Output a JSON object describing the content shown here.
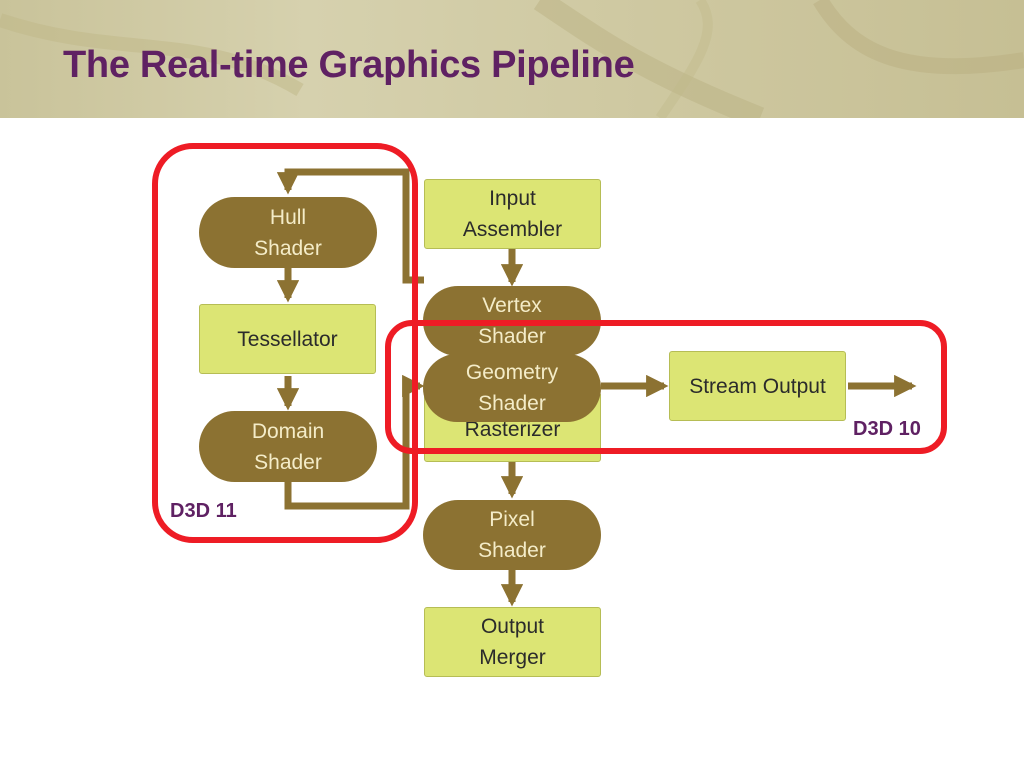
{
  "slide": {
    "title": "The Real-time Graphics Pipeline"
  },
  "colors": {
    "title": "#5f2163",
    "fixed_stage_fill": "#dce574",
    "programmable_stage_fill": "#8c7232",
    "programmable_stage_text": "#f4ecc8",
    "arrow": "#8c7232",
    "highlight": "#ee1c25",
    "tag_text": "#5f2163"
  },
  "nodes": {
    "input_assembler": "Input\nAssembler",
    "vertex_shader": "Vertex\nShader",
    "geometry_shader": "Geometry\nShader",
    "rasterizer": "Rasterizer",
    "pixel_shader": "Pixel\nShader",
    "output_merger": "Output\nMerger",
    "stream_output": "Stream Output",
    "hull_shader": "Hull\nShader",
    "tessellator": "Tessellator",
    "domain_shader": "Domain\nShader"
  },
  "groups": {
    "d3d11": "D3D 11",
    "d3d10": "D3D 10"
  }
}
